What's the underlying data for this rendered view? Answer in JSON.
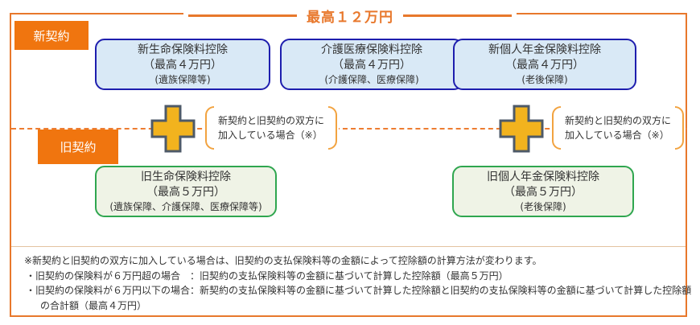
{
  "header": {
    "max_total": "最高１２万円"
  },
  "row_labels": {
    "new": "新契約",
    "old": "旧契約"
  },
  "new_boxes": [
    {
      "title": "新生命保険料控除",
      "max": "（最高４万円）",
      "coverage": "(遺族保障等)"
    },
    {
      "title": "介護医療保険料控除",
      "max": "（最高４万円）",
      "coverage": "(介護保障、医療保障)"
    },
    {
      "title": "新個人年金保険料控除",
      "max": "（最高４万円）",
      "coverage": "(老後保障)"
    }
  ],
  "old_boxes": [
    {
      "title": "旧生命保険料控除",
      "max": "（最高５万円）",
      "coverage": "(遺族保障、介護保障、医療保障等)"
    },
    {
      "title": "旧個人年金保険料控除",
      "max": "（最高５万円）",
      "coverage": "(老後保障)"
    }
  ],
  "plus_annotation": {
    "line1": "新契約と旧契約の双方に",
    "line2": "加入している場合（※）"
  },
  "footnotes": {
    "line1": "※新契約と旧契約の双方に加入している場合は、旧契約の支払保険料等の金額によって控除額の計算方法が変わります。",
    "line2": "・旧契約の保険料が６万円超の場合　：旧契約の支払保険料等の金額に基づいて計算した控除額（最高５万円）",
    "line3": "・旧契約の保険料が６万円以下の場合：新契約の支払保険料等の金額に基づいて計算した控除額と旧契約の支払保険料等の金額に基づいて計算した控除額",
    "line4": "の合計額（最高４万円）"
  },
  "colors": {
    "accent_orange": "#E8782C",
    "label_orange": "#F0750F",
    "blue_border": "#1E1EAE",
    "blue_bg": "#D9E9F6",
    "green_border": "#2FA64F",
    "green_bg": "#EFF3E6",
    "plus_fill": "#F2B31E",
    "plus_stroke": "#4E5A68",
    "bracket_orange": "#F2A340"
  }
}
